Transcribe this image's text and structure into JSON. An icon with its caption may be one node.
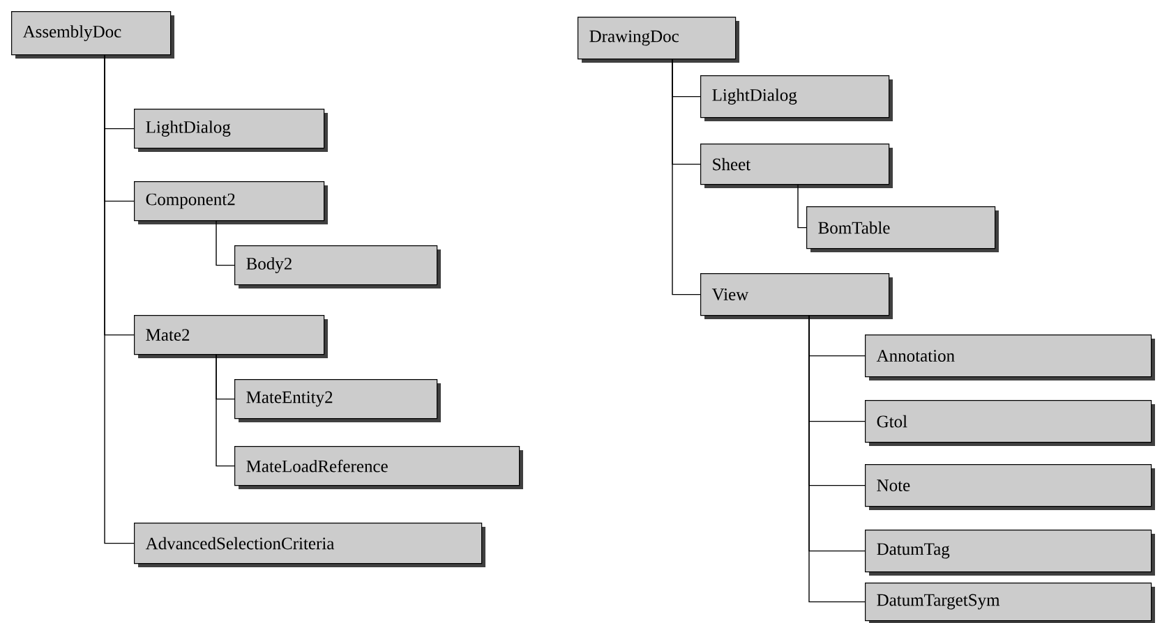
{
  "diagram": {
    "nodes": [
      {
        "text": [
          "AssemblyDoc"
        ]
      },
      {
        "text": [
          "LightDialog"
        ]
      },
      {
        "text": [
          "Component2"
        ]
      },
      {
        "text": [
          "Body2"
        ]
      },
      {
        "text": [
          "Mate2"
        ]
      },
      {
        "text": [
          "MateEntity2"
        ]
      },
      {
        "text": [
          "MateLoadReference"
        ]
      },
      {
        "text": [
          "AdvancedSelectionCriteria"
        ]
      },
      {
        "text": [
          "DrawingDoc"
        ]
      },
      {
        "text": [
          "LightDialog"
        ]
      },
      {
        "text": [
          "Sheet"
        ]
      },
      {
        "text": [
          "BomTable"
        ]
      },
      {
        "text": [
          "View"
        ]
      },
      {
        "text": [
          "Annotation"
        ]
      },
      {
        "text": [
          "Gtol"
        ]
      },
      {
        "text": [
          "Note"
        ]
      },
      {
        "text": [
          "DatumTag"
        ]
      },
      {
        "text": [
          "DatumTargetSym"
        ]
      }
    ],
    "edges": [
      {
        "from": 0,
        "to": 1,
        "arrow": "none"
      },
      {
        "from": 0,
        "to": 2,
        "arrow": "none"
      },
      {
        "from": 2,
        "to": 3,
        "arrow": "none"
      },
      {
        "from": 0,
        "to": 4,
        "arrow": "none"
      },
      {
        "from": 4,
        "to": 5,
        "arrow": "none"
      },
      {
        "from": 4,
        "to": 6,
        "arrow": "none"
      },
      {
        "from": 0,
        "to": 7,
        "arrow": "none"
      },
      {
        "from": 8,
        "to": 9,
        "arrow": "none"
      },
      {
        "from": 8,
        "to": 10,
        "arrow": "none"
      },
      {
        "from": 10,
        "to": 11,
        "arrow": "none"
      },
      {
        "from": 8,
        "to": 12,
        "arrow": "none"
      },
      {
        "from": 12,
        "to": 13,
        "arrow": "none"
      },
      {
        "from": 12,
        "to": 14,
        "arrow": "none"
      },
      {
        "from": 12,
        "to": 15,
        "arrow": "none"
      },
      {
        "from": 12,
        "to": 16,
        "arrow": "none"
      },
      {
        "from": 12,
        "to": 17,
        "arrow": "none"
      }
    ]
  }
}
